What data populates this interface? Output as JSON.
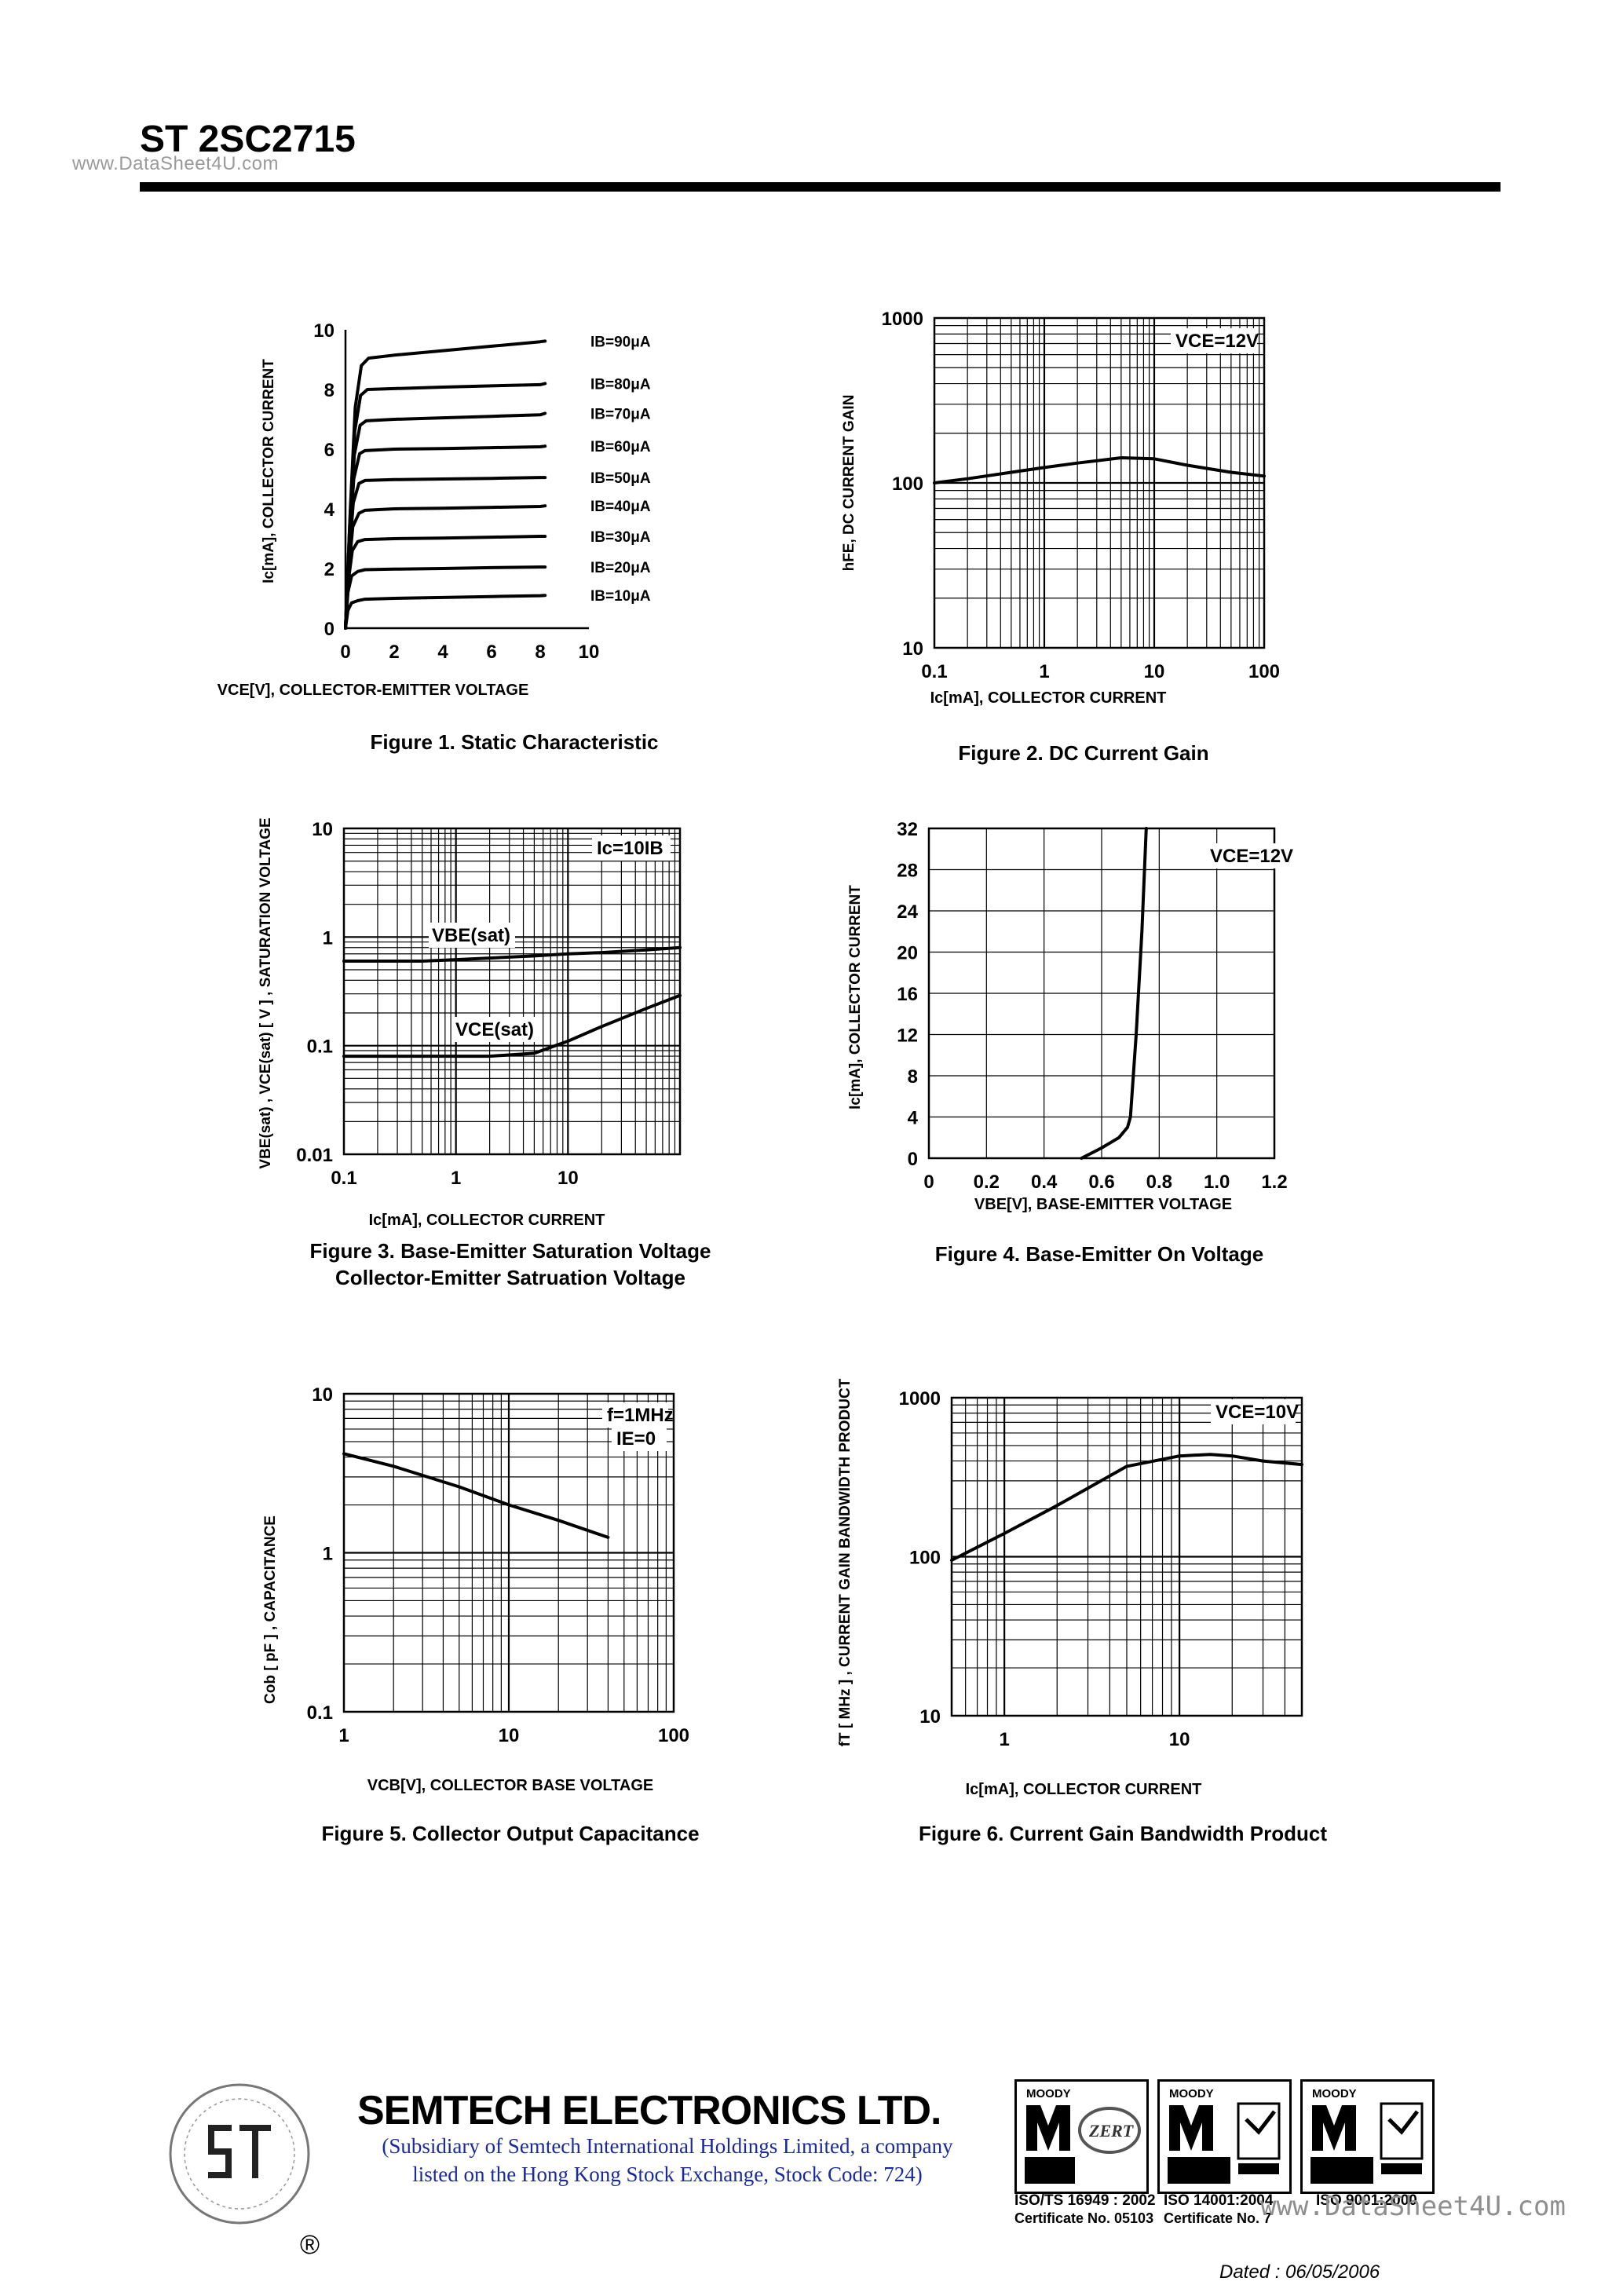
{
  "header": {
    "watermark": "www.DataSheet4U.com",
    "part_title": "ST 2SC2715"
  },
  "chart_data": [
    {
      "id": "fig1",
      "type": "line",
      "caption": "Figure 1. Static Characteristic",
      "xlabel": "VCE[V], COLLECTOR-EMITTER VOLTAGE",
      "ylabel": "Ic[mA], COLLECTOR CURRENT",
      "xscale": "linear",
      "yscale": "linear",
      "xlim": [
        0,
        10
      ],
      "ylim": [
        0,
        10
      ],
      "xticks": [
        "0",
        "2",
        "4",
        "6",
        "8",
        "10"
      ],
      "yticks": [
        "0",
        "2",
        "4",
        "6",
        "8",
        "10"
      ],
      "grid": false,
      "series": [
        {
          "name": "IB=10μA",
          "x": [
            0,
            0.1,
            0.25,
            0.5,
            0.8,
            2,
            4,
            6,
            8,
            8.2
          ],
          "y": [
            0,
            0.6,
            0.85,
            0.92,
            0.97,
            1.0,
            1.03,
            1.06,
            1.09,
            1.1
          ]
        },
        {
          "name": "IB=20μA",
          "x": [
            0,
            0.1,
            0.25,
            0.5,
            0.8,
            2,
            4,
            6,
            8,
            8.2
          ],
          "y": [
            0,
            1.2,
            1.75,
            1.9,
            1.96,
            1.98,
            2.0,
            2.03,
            2.05,
            2.05
          ]
        },
        {
          "name": "IB=30μA",
          "x": [
            0,
            0.12,
            0.28,
            0.5,
            0.8,
            2,
            4,
            6,
            8,
            8.2
          ],
          "y": [
            0,
            1.6,
            2.6,
            2.9,
            2.97,
            3.0,
            3.02,
            3.05,
            3.08,
            3.08
          ]
        },
        {
          "name": "IB=40μA",
          "x": [
            0,
            0.14,
            0.3,
            0.55,
            0.8,
            2,
            4,
            6,
            8,
            8.2
          ],
          "y": [
            0,
            2.0,
            3.4,
            3.85,
            3.95,
            4.0,
            4.02,
            4.05,
            4.08,
            4.1
          ]
        },
        {
          "name": "IB=50μA",
          "x": [
            0,
            0.15,
            0.32,
            0.55,
            0.8,
            2,
            4,
            6,
            8,
            8.2
          ],
          "y": [
            0,
            2.4,
            4.2,
            4.85,
            4.95,
            4.98,
            5.0,
            5.02,
            5.05,
            5.05
          ]
        },
        {
          "name": "IB=60μA",
          "x": [
            0,
            0.16,
            0.34,
            0.58,
            0.8,
            2,
            4,
            6,
            8,
            8.2
          ],
          "y": [
            0,
            2.8,
            5.0,
            5.85,
            5.95,
            6.0,
            6.02,
            6.05,
            6.08,
            6.1
          ]
        },
        {
          "name": "IB=70μA",
          "x": [
            0,
            0.17,
            0.36,
            0.6,
            0.85,
            2,
            4,
            6,
            8,
            8.2
          ],
          "y": [
            0,
            3.2,
            5.8,
            6.8,
            6.95,
            7.0,
            7.05,
            7.1,
            7.15,
            7.2
          ]
        },
        {
          "name": "IB=80μA",
          "x": [
            0,
            0.18,
            0.38,
            0.62,
            0.9,
            2,
            4,
            6,
            8,
            8.2
          ],
          "y": [
            0,
            3.6,
            6.6,
            7.8,
            8.0,
            8.03,
            8.08,
            8.12,
            8.16,
            8.2
          ]
        },
        {
          "name": "IB=90μA",
          "x": [
            0,
            0.2,
            0.4,
            0.65,
            0.95,
            2,
            4,
            6,
            8,
            8.2
          ],
          "y": [
            0,
            4.0,
            7.4,
            8.8,
            9.05,
            9.15,
            9.3,
            9.45,
            9.6,
            9.62
          ]
        }
      ]
    },
    {
      "id": "fig2",
      "type": "line",
      "caption": "Figure 2. DC Current Gain",
      "xlabel": "Ic[mA], COLLECTOR CURRENT",
      "ylabel": "hFE, DC CURRENT GAIN",
      "xscale": "log",
      "yscale": "log",
      "xlim": [
        0.1,
        100
      ],
      "ylim": [
        10,
        1000
      ],
      "xticks": [
        "0.1",
        "1",
        "10",
        "100"
      ],
      "yticks": [
        "10",
        "100",
        "1000"
      ],
      "grid": true,
      "annotation": "VCE=12V",
      "series": [
        {
          "name": "",
          "x": [
            0.1,
            0.2,
            0.5,
            1,
            2,
            5,
            10,
            20,
            50,
            100
          ],
          "y": [
            100,
            106,
            116,
            124,
            132,
            142,
            140,
            128,
            116,
            110
          ]
        }
      ]
    },
    {
      "id": "fig3",
      "type": "line",
      "caption": "Figure 3. Base-Emitter Saturation Voltage",
      "caption2": "Collector-Emitter Satruation Voltage",
      "xlabel": "Ic[mA], COLLECTOR CURRENT",
      "ylabel": "VBE(sat) , VCE(sat) [ V ] , SATURATION VOLTAGE",
      "xscale": "log",
      "yscale": "log",
      "xlim": [
        0.1,
        100
      ],
      "ylim": [
        0.01,
        10
      ],
      "xticks": [
        "0.1",
        "1",
        "10"
      ],
      "yticks": [
        "0.01",
        "0.1",
        "1",
        "10"
      ],
      "grid": true,
      "annotation": "Ic=10IB",
      "series": [
        {
          "name": "VBE(sat)",
          "x": [
            0.1,
            0.2,
            0.5,
            1,
            2,
            5,
            10,
            20,
            50,
            100
          ],
          "y": [
            0.6,
            0.6,
            0.6,
            0.62,
            0.64,
            0.67,
            0.7,
            0.72,
            0.76,
            0.8
          ]
        },
        {
          "name": "VCE(sat)",
          "x": [
            0.1,
            0.5,
            1,
            2,
            5,
            10,
            20,
            50,
            100
          ],
          "y": [
            0.08,
            0.08,
            0.08,
            0.08,
            0.085,
            0.11,
            0.15,
            0.22,
            0.29
          ]
        }
      ]
    },
    {
      "id": "fig4",
      "type": "line",
      "caption": "Figure 4. Base-Emitter On Voltage",
      "xlabel": "VBE[V], BASE-EMITTER VOLTAGE",
      "ylabel": "Ic[mA], COLLECTOR CURRENT",
      "xscale": "linear",
      "yscale": "linear",
      "xlim": [
        0,
        1.2
      ],
      "ylim": [
        0,
        32
      ],
      "xticks": [
        "0",
        "0.2",
        "0.4",
        "0.6",
        "0.8",
        "1.0",
        "1.2"
      ],
      "yticks": [
        "0",
        "4",
        "8",
        "12",
        "16",
        "20",
        "24",
        "28",
        "32"
      ],
      "grid": true,
      "annotation": "VCE=12V",
      "series": [
        {
          "name": "",
          "x": [
            0.53,
            0.6,
            0.66,
            0.69,
            0.7,
            0.72,
            0.74,
            0.755
          ],
          "y": [
            0,
            1,
            2,
            3,
            4,
            12,
            22,
            32
          ]
        }
      ]
    },
    {
      "id": "fig5",
      "type": "line",
      "caption": "Figure 5. Collector Output Capacitance",
      "xlabel": "VCB[V], COLLECTOR BASE VOLTAGE",
      "ylabel": "Cob [ pF ] , CAPACITANCE",
      "xscale": "log",
      "yscale": "log",
      "xlim": [
        1,
        100
      ],
      "ylim": [
        0.1,
        10
      ],
      "xticks": [
        "1",
        "10",
        "100"
      ],
      "yticks": [
        "0.1",
        "1",
        "10"
      ],
      "grid": true,
      "annotation": "f=1MHz",
      "annotation2": "IE=0",
      "series": [
        {
          "name": "",
          "x": [
            1,
            2,
            5,
            10,
            20,
            40
          ],
          "y": [
            4.2,
            3.5,
            2.6,
            2.0,
            1.6,
            1.25
          ]
        }
      ]
    },
    {
      "id": "fig6",
      "type": "line",
      "caption": "Figure 6. Current Gain Bandwidth Product",
      "xlabel": "Ic[mA], COLLECTOR CURRENT",
      "ylabel": "fT [ MHz ] , CURRENT GAIN BANDWIDTH PRODUCT",
      "xscale": "log",
      "yscale": "log",
      "xlim": [
        0.5,
        50
      ],
      "ylim": [
        10,
        1000
      ],
      "xticks": [
        "1",
        "10"
      ],
      "yticks": [
        "10",
        "100",
        "1000"
      ],
      "grid": true,
      "annotation": "VCE=10V",
      "series": [
        {
          "name": "",
          "x": [
            0.5,
            1,
            2,
            5,
            10,
            15,
            20,
            30,
            50
          ],
          "y": [
            95,
            140,
            210,
            370,
            430,
            440,
            430,
            400,
            380
          ]
        }
      ]
    }
  ],
  "footer": {
    "company_name": "SEMTECH ELECTRONICS LTD.",
    "subsidiary_line1": "(Subsidiary of Semtech International Holdings Limited, a company",
    "subsidiary_line2": "listed on the Hong Kong Stock Exchange, Stock Code: 724)",
    "registered_mark": "®",
    "certs": [
      {
        "standard": "ISO/TS 16949 : 2002",
        "certificate": "Certificate No. 05103",
        "logo_text": "MOODY"
      },
      {
        "standard": "ISO 14001:2004",
        "certificate": "Certificate No. 7",
        "logo_text": "MOODY"
      },
      {
        "standard": "ISO 9001:2000",
        "certificate": "",
        "logo_text": "MOODY"
      }
    ],
    "watermark": "www.DataSheet4U.com",
    "dated": "Dated : 06/05/2006"
  }
}
